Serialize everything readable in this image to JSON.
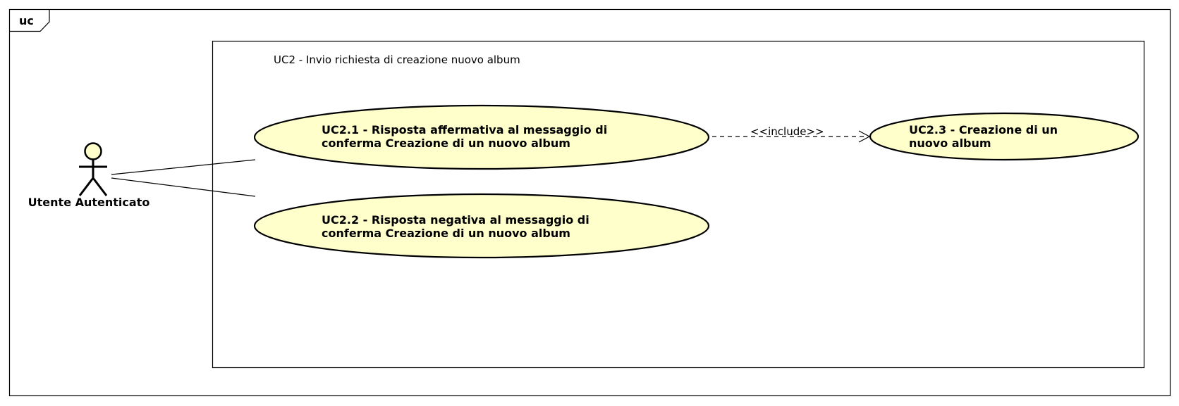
{
  "diagram": {
    "frame_label": "uc",
    "system_boundary": {
      "title": "UC2 - Invio richiesta di creazione nuovo album"
    },
    "actor": {
      "name": "Utente Autenticato"
    },
    "use_cases": [
      {
        "id": "uc2_1",
        "lines": [
          "UC2.1 - Risposta affermativa al messaggio di",
          "conferma Creazione di un nuovo album"
        ]
      },
      {
        "id": "uc2_2",
        "lines": [
          "UC2.2 - Risposta negativa al messaggio di",
          "conferma Creazione di un nuovo album"
        ]
      },
      {
        "id": "uc2_3",
        "lines": [
          "UC2.3 - Creazione di un",
          "nuovo album"
        ]
      }
    ],
    "relations": [
      {
        "type": "association",
        "from": "actor",
        "to": "uc2_1"
      },
      {
        "type": "association",
        "from": "actor",
        "to": "uc2_2"
      },
      {
        "type": "include",
        "label": "<<include>>",
        "from": "uc2_1",
        "to": "uc2_3"
      }
    ],
    "colors": {
      "use_case_fill": "#ffffcc",
      "stroke": "#000000",
      "background": "#ffffff"
    }
  }
}
